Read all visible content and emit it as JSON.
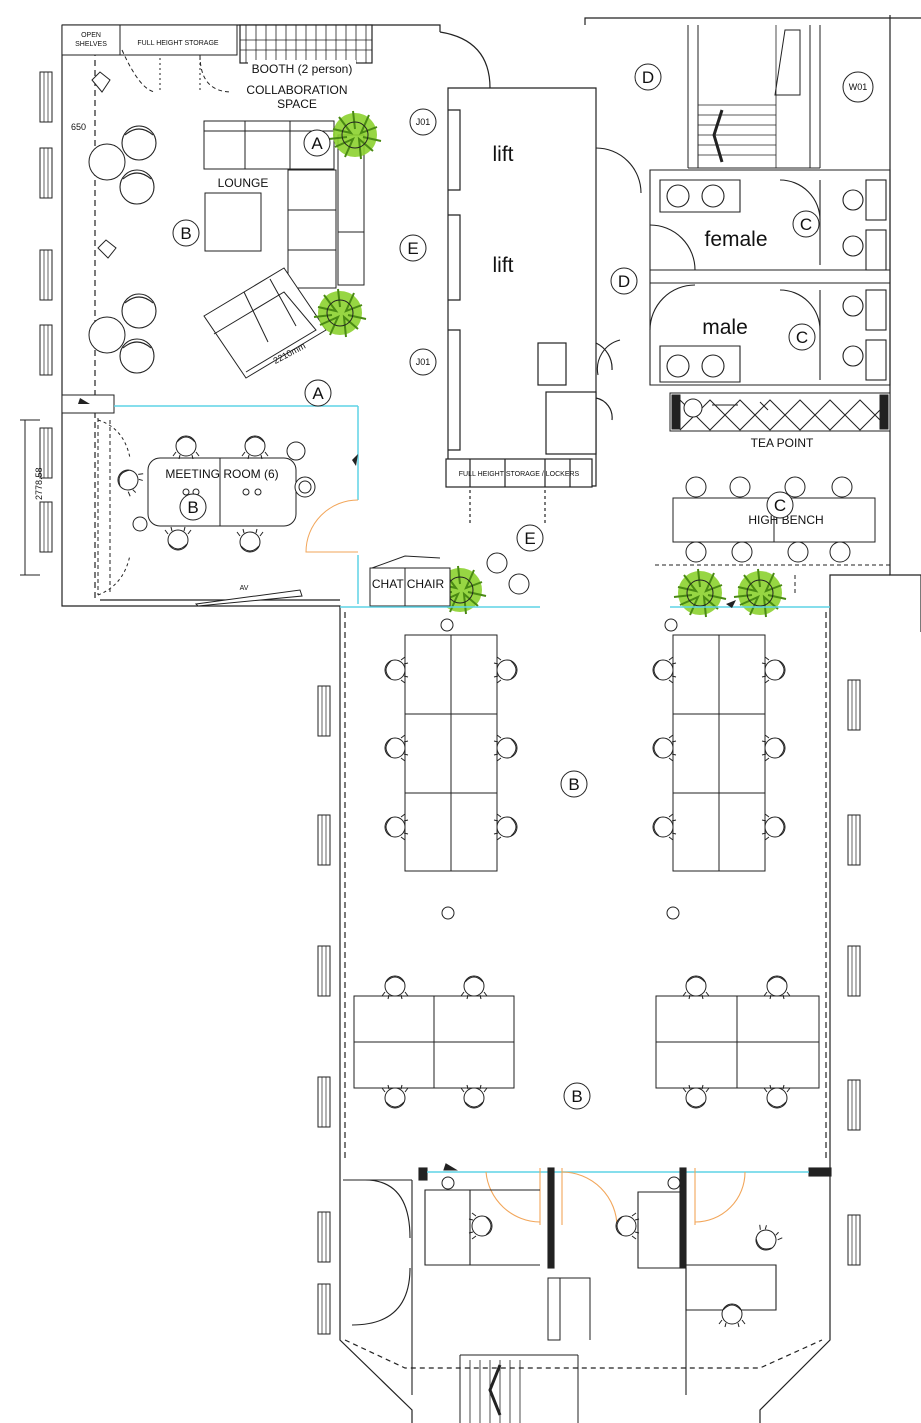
{
  "plan": {
    "storage_labels": {
      "open_shelves_line1": "OPEN",
      "open_shelves_line2": "SHELVES",
      "full_height_storage": "FULL HEIGHT STORAGE"
    },
    "booth": "BOOTH (2 person)",
    "collaboration_line1": "COLLABORATION",
    "collaboration_line2": "SPACE",
    "lounge": "LOUNGE",
    "meeting_room": "MEETING ROOM (6)",
    "av": "AV",
    "chat_chair": "CHAT CHAIR",
    "lift_1": "lift",
    "lift_2": "lift",
    "female": "female",
    "male": "male",
    "tea_point": "TEA POINT",
    "high_bench": "HIGH BENCH",
    "lockers": "FULL HEIGHT STORAGE / LOCKERS",
    "dim_650": "650",
    "dim_2210": "2210mm",
    "dim_2778": "2778.58",
    "j01_a": "J01",
    "j01_b": "J01",
    "w01": "W01"
  },
  "zones": [
    {
      "id": "A",
      "label": "A"
    },
    {
      "id": "A2",
      "label": "A"
    },
    {
      "id": "B1",
      "label": "B"
    },
    {
      "id": "B2",
      "label": "B"
    },
    {
      "id": "B3",
      "label": "B"
    },
    {
      "id": "B4",
      "label": "B"
    },
    {
      "id": "C1",
      "label": "C"
    },
    {
      "id": "C2",
      "label": "C"
    },
    {
      "id": "C3",
      "label": "C"
    },
    {
      "id": "D1",
      "label": "D"
    },
    {
      "id": "D2",
      "label": "D"
    },
    {
      "id": "E1",
      "label": "E"
    },
    {
      "id": "E2",
      "label": "E"
    }
  ],
  "colors": {
    "wall": "#222222",
    "glazing": "#5fd3e6",
    "door_orange": "#f2a65a",
    "plant": "#7cc52a",
    "furniture": "#333333"
  }
}
